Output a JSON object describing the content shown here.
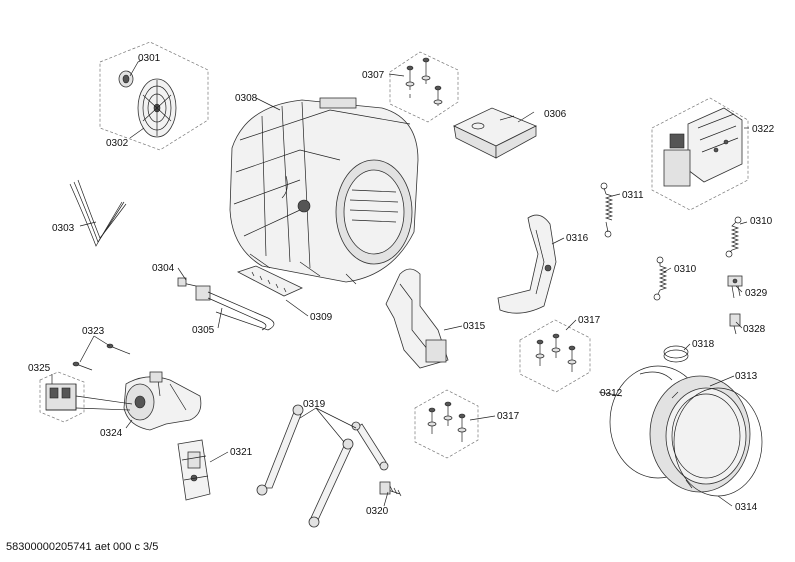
{
  "callouts": {
    "c0301": "0301",
    "c0302": "0302",
    "c0303": "0303",
    "c0304": "0304",
    "c0305": "0305",
    "c0306": "0306",
    "c0307": "0307",
    "c0308": "0308",
    "c0309": "0309",
    "c0310a": "0310",
    "c0310b": "0310",
    "c0311": "0311",
    "c0312": "0312",
    "c0313": "0313",
    "c0314": "0314",
    "c0315": "0315",
    "c0316": "0316",
    "c0317a": "0317",
    "c0317b": "0317",
    "c0318": "0318",
    "c0319": "0319",
    "c0320": "0320",
    "c0321": "0321",
    "c0322": "0322",
    "c0323": "0323",
    "c0324": "0324",
    "c0325": "0325",
    "c0328": "0328",
    "c0329": "0329"
  },
  "footer": "58300000205741 aet 000 c 3/5"
}
